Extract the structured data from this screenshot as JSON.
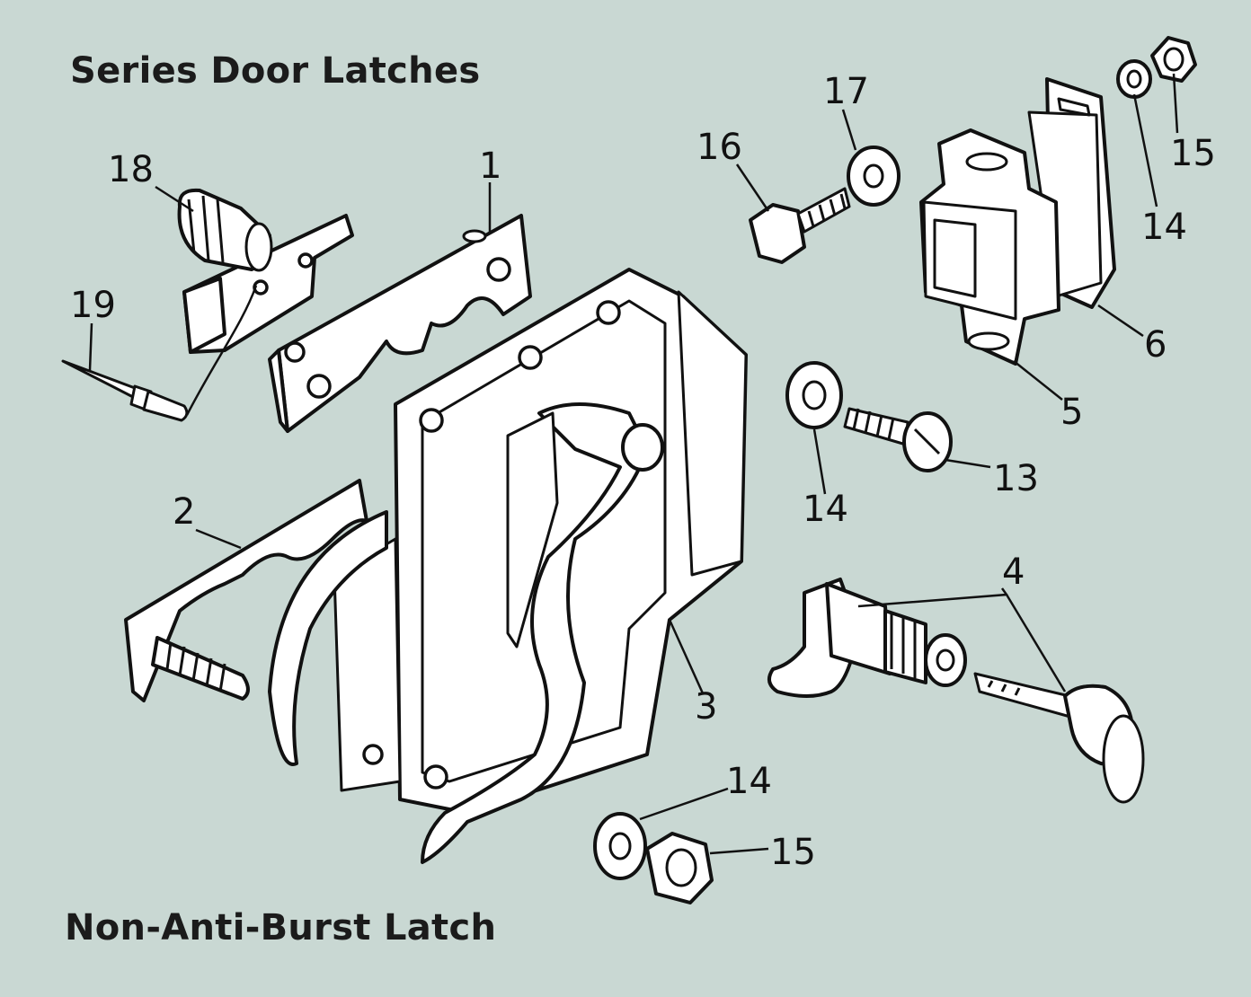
{
  "titles": {
    "top": "Series Door Latches",
    "bottom": "Non-Anti-Burst Latch"
  },
  "callouts": {
    "c1": "1",
    "c2": "2",
    "c3": "3",
    "c4": "4",
    "c5": "5",
    "c6": "6",
    "c13": "13",
    "c14a": "14",
    "c14b": "14",
    "c14c": "14",
    "c15a": "15",
    "c15b": "15",
    "c16": "16",
    "c17": "17",
    "c18": "18",
    "c19": "19"
  },
  "colors": {
    "background": "#c9d8d3",
    "line": "#111111",
    "part_fill": "#ffffff"
  }
}
